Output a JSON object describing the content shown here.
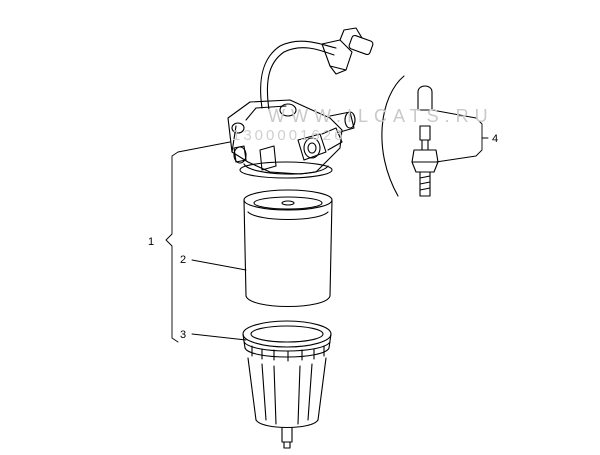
{
  "watermark": {
    "line1": "WWW.ILCATS.RU",
    "line2": "1300001626"
  },
  "callouts": {
    "c1": "1",
    "c2": "2",
    "c3": "3",
    "c4": "4"
  }
}
